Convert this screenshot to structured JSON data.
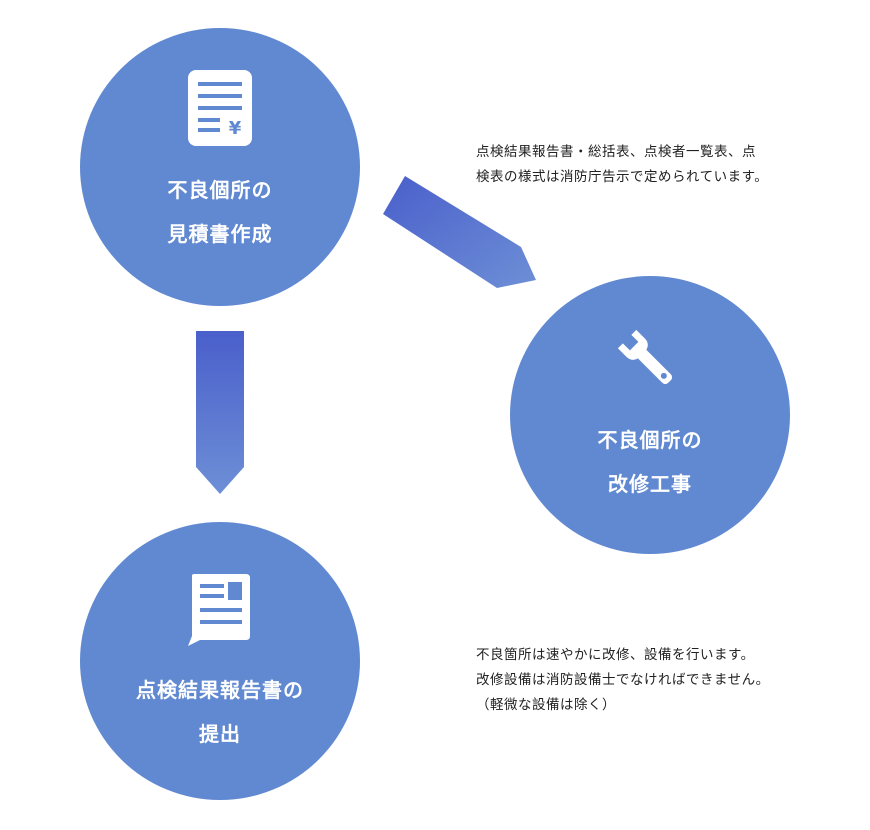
{
  "colors": {
    "circle": "#6189d1",
    "arrow_top": "#4a5fcb",
    "arrow_bottom": "#6d8fd6",
    "text": "#222222"
  },
  "nodes": {
    "estimate": {
      "icon": "invoice-document-icon",
      "icon_symbol": "¥",
      "line1": "不良個所の",
      "line2": "見積書作成"
    },
    "repair": {
      "icon": "wrench-icon",
      "line1": "不良個所の",
      "line2": "改修工事"
    },
    "report": {
      "icon": "report-document-icon",
      "line1": "点検結果報告書の",
      "line2": "提出"
    }
  },
  "notes": {
    "report_format": {
      "line1": "点検結果報告書・総括表、点検者一覧表、点",
      "line2": "検表の様式は消防庁告示で定められています。"
    },
    "repair_info": {
      "line1": "不良箇所は速やかに改修、設備を行います。",
      "line2": "改修設備は消防設備士でなければできません。",
      "line3": "（軽微な設備は除く）"
    }
  }
}
